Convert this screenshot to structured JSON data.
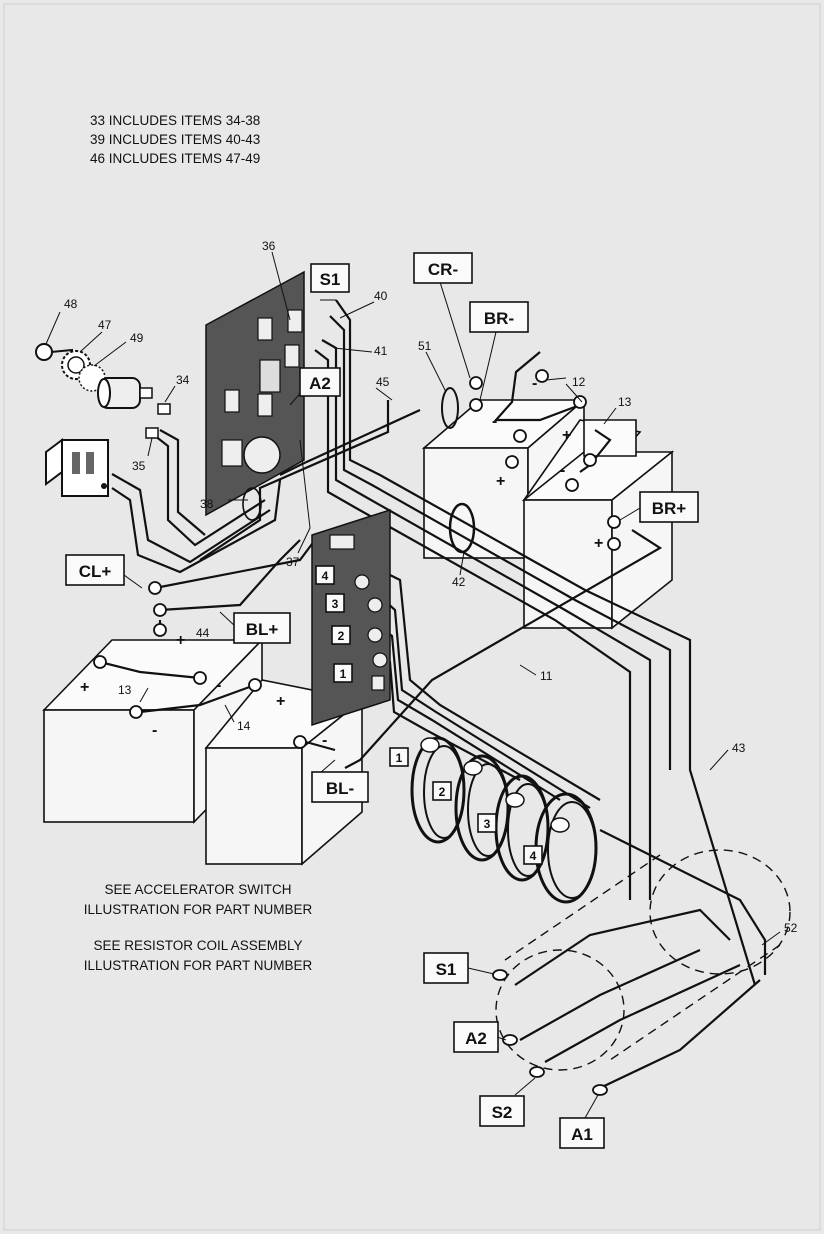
{
  "notes": {
    "includes": [
      "33 INCLUDES ITEMS 34-38",
      "39 INCLUDES ITEMS 40-43",
      "46 INCLUDES ITEMS 47-49"
    ],
    "see_accelerator": [
      "SEE ACCELERATOR SWITCH",
      "ILLUSTRATION FOR PART NUMBER"
    ],
    "see_resistor": [
      "SEE RESISTOR COIL ASSEMBLY",
      "ILLUSTRATION FOR PART NUMBER"
    ]
  },
  "terminal_labels": {
    "s1_top": "S1",
    "a2_top": "A2",
    "cr_minus": "CR-",
    "br_minus": "BR-",
    "br_plus": "BR+",
    "cl_plus": "CL+",
    "bl_plus": "BL+",
    "bl_minus": "BL-",
    "s1_motor": "S1",
    "a2_motor": "A2",
    "s2_motor": "S2",
    "a1_motor": "A1"
  },
  "switch_positions": [
    "1",
    "2",
    "3",
    "4"
  ],
  "coil_positions": [
    "1",
    "2",
    "3",
    "4"
  ],
  "item_numbers": {
    "n11": "11",
    "n12": "12",
    "n13a": "13",
    "n13b": "13",
    "n14": "14",
    "n34": "34",
    "n35": "35",
    "n36": "36",
    "n37": "37",
    "n38": "38",
    "n40": "40",
    "n41": "41",
    "n42": "42",
    "n43": "43",
    "n44": "44",
    "n45": "45",
    "n47": "47",
    "n48": "48",
    "n49": "49",
    "n51": "51",
    "n52": "52"
  },
  "polarity": {
    "plus": "+",
    "minus": "-"
  }
}
